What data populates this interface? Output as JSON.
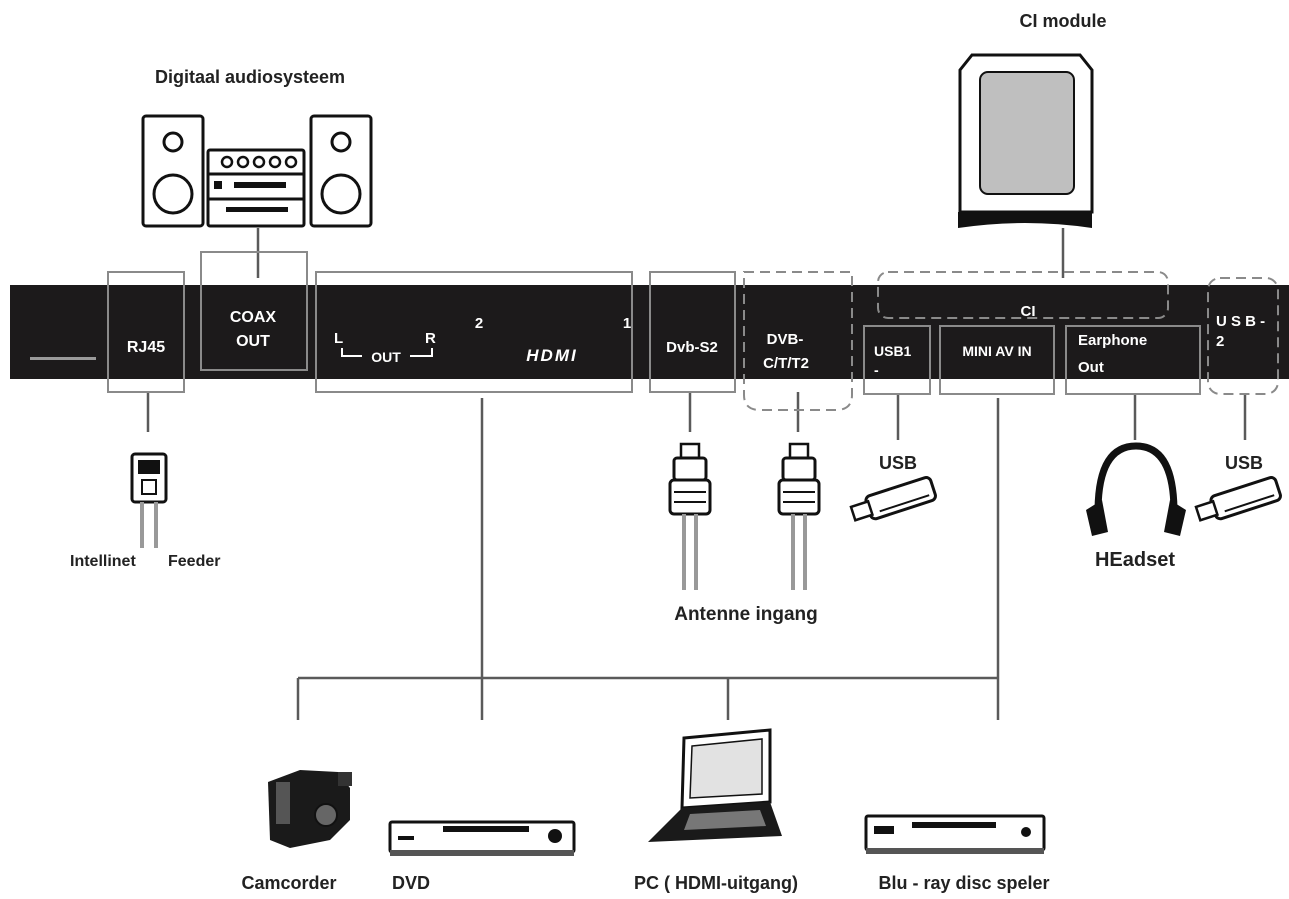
{
  "labels": {
    "ci_module": "CI  module",
    "audio_system": "Digitaal audiosysteem",
    "intellinet": "Intellinet",
    "feeder": "Feeder",
    "antenna": "Antenne ingang",
    "usb_left": "USB",
    "usb_right": "USB",
    "headset": "HEadset",
    "camcorder": "Camcorder",
    "dvd": "DVD",
    "pc": "PC ( HDMI-uitgang)",
    "bluray": "Blu - ray disc speler"
  },
  "panel": {
    "rj45": "RJ45",
    "coax_line1": "COAX",
    "coax_line2": "OUT",
    "audio_l": "L",
    "audio_out": "OUT",
    "audio_r": "R",
    "hdmi_2": "2",
    "hdmi_1": "1",
    "hdmi_logo": "HDMI",
    "dvb_s2": "Dvb-S2",
    "dvb_ct_line1": "DVB-",
    "dvb_ct_line2": "C/T/T2",
    "ci": "CI",
    "usb1_line1": "USB1",
    "usb1_line2": "-",
    "mini_av": "MINI AV IN",
    "earphone_line1": "Earphone",
    "earphone_line2": "Out",
    "usb2_line1": "U S B -",
    "usb2_line2": "2"
  },
  "colors": {
    "panel": "#1c1a1b",
    "lines": "#5a5a5a",
    "boxes": "#8a8a8a"
  }
}
